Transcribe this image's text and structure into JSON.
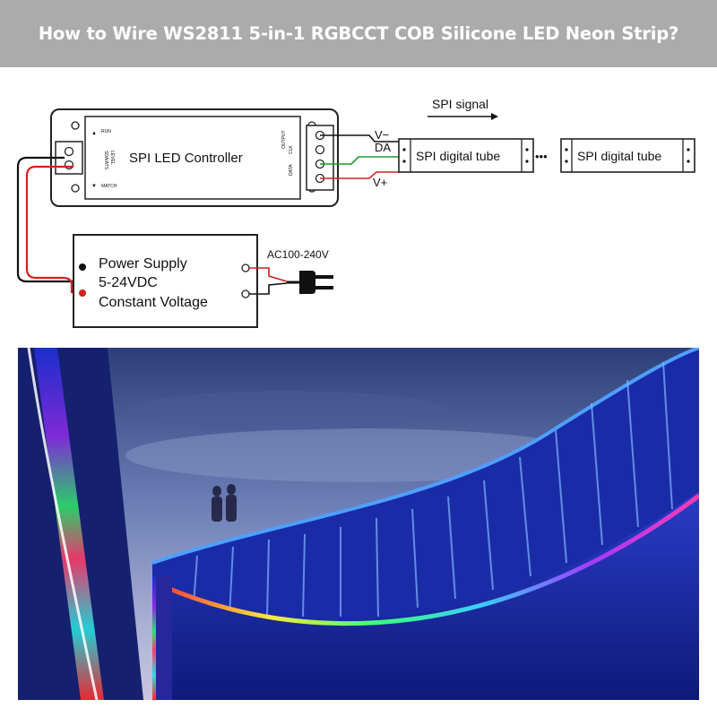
{
  "header": {
    "title": "How to Wire WS2811 5-in-1 RGBCCT COB Silicone LED Neon Strip?"
  },
  "diagram": {
    "controller": {
      "title": "SPI LED Controller",
      "left_labels": [
        "RUN",
        "SDA/ATS",
        "MATCH"
      ],
      "left_extra": "LEVEL",
      "right_labels": [
        "OUTPUT",
        "DATA",
        "CLK"
      ]
    },
    "power_supply": {
      "line1": "Power Supply",
      "line2": "5-24VDC",
      "line3": "Constant Voltage"
    },
    "ac_label": "AC100-240V",
    "signal_label": "SPI signal",
    "pins": {
      "v_minus": "V−",
      "da": "DA",
      "v_plus": "V+"
    },
    "tubes": [
      "SPI digital tube",
      "SPI digital tube"
    ],
    "ellipsis": "•••",
    "wire_colors": {
      "black": "#111111",
      "red": "#d42020",
      "green": "#1a9a2e"
    }
  },
  "photo": {
    "icon": "led-bridge-photo"
  }
}
